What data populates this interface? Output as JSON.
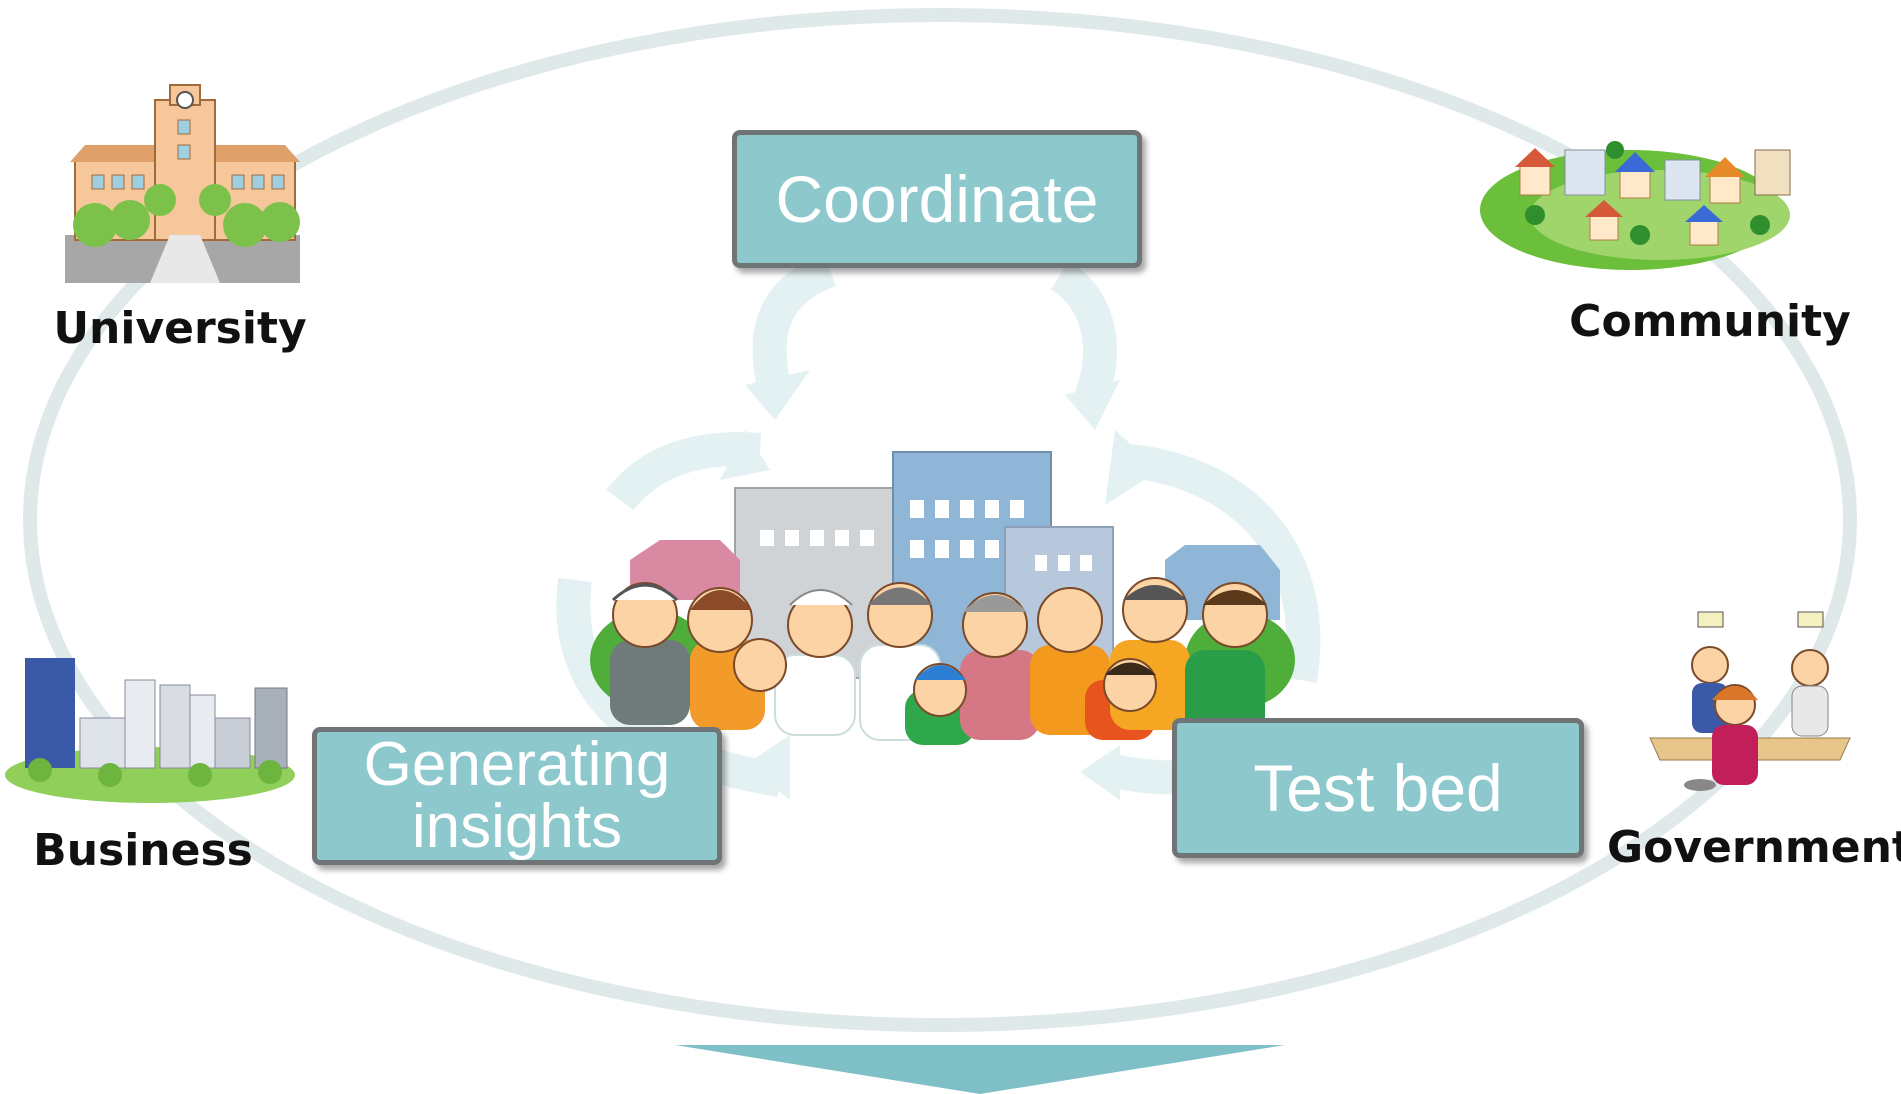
{
  "process_steps": {
    "coordinate": "Coordinate",
    "generating_insights_line1": "Generating",
    "generating_insights_line2": "insights",
    "test_bed": "Test bed"
  },
  "stakeholders": {
    "university": "University",
    "community": "Community",
    "business": "Business",
    "government": "Government"
  },
  "colors": {
    "box_fill": "#8cc8cc",
    "box_border": "#6f7577",
    "ellipse": "#dde9ea",
    "cycle_arrows": "#e3f1f2",
    "down_arrow": "#7fbfc6"
  },
  "icons": {
    "university": "university-building-icon",
    "community": "town-village-icon",
    "business": "city-skyline-icon",
    "government": "government-office-counter-icon",
    "center": "diverse-people-group-icon"
  }
}
